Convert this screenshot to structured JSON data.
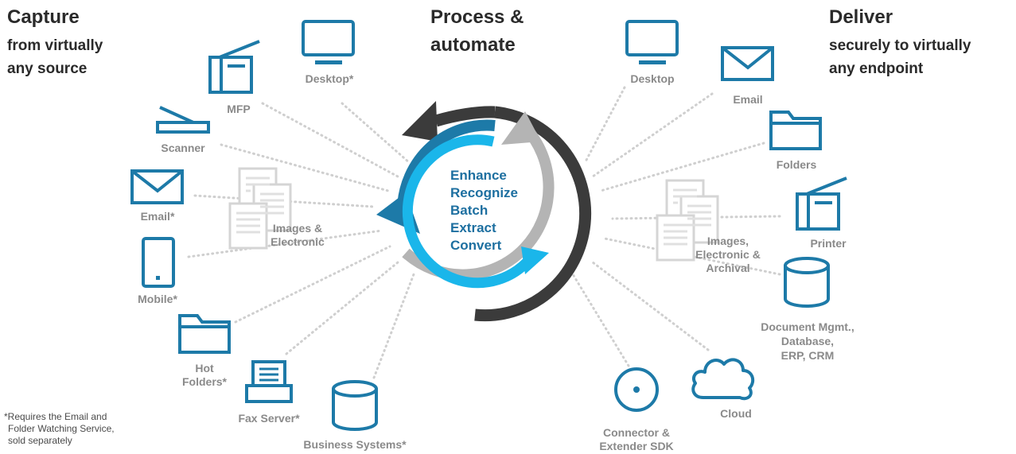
{
  "headers": {
    "capture_title": "Capture",
    "capture_sub1": "from virtually",
    "capture_sub2": "any source",
    "process_line1": "Process &",
    "process_line2": "automate",
    "deliver_title": "Deliver",
    "deliver_sub1": "securely to virtually",
    "deliver_sub2": "any endpoint"
  },
  "center_items": [
    "Enhance",
    "Recognize",
    "Batch",
    "Extract",
    "Convert"
  ],
  "capture_sources": {
    "desktop": "Desktop*",
    "mfp": "MFP",
    "scanner": "Scanner",
    "email": "Email*",
    "images_line1": "Images &",
    "images_line2": "Electronic",
    "mobile": "Mobile*",
    "hot_folders_line1": "Hot",
    "hot_folders_line2": "Folders*",
    "fax_server": "Fax Server*",
    "business_systems": "Business Systems*"
  },
  "deliver_endpoints": {
    "desktop": "Desktop",
    "email": "Email",
    "folders": "Folders",
    "printer": "Printer",
    "images_line1": "Images,",
    "images_line2": "Electronic &",
    "images_line3": "Archival",
    "docmgmt_line1": "Document Mgmt.,",
    "docmgmt_line2": "Database,",
    "docmgmt_line3": "ERP, CRM",
    "cloud": "Cloud",
    "sdk_line1": "Connector &",
    "sdk_line2": "Extender SDK"
  },
  "footnote": {
    "line1": "*Requires the Email and",
    "line2": "Folder Watching Service,",
    "line3": "sold separately"
  },
  "icons": [
    "desktop-icon",
    "printer-icon",
    "scanner-icon",
    "envelope-icon",
    "documents-icon",
    "tablet-icon",
    "folder-icon",
    "fax-icon",
    "database-icon",
    "cloud-icon",
    "disc-icon"
  ],
  "colors": {
    "icon_blue": "#1d7aa8",
    "ring_dark": "#3b3b3b",
    "ring_gray": "#b4b4b4",
    "ring_blue": "#1d7aa8",
    "ring_light_blue": "#1ab6ea",
    "dotted": "#cfcfcf",
    "label_gray": "#8a8a8a",
    "center_text": "#1d6fa0"
  }
}
